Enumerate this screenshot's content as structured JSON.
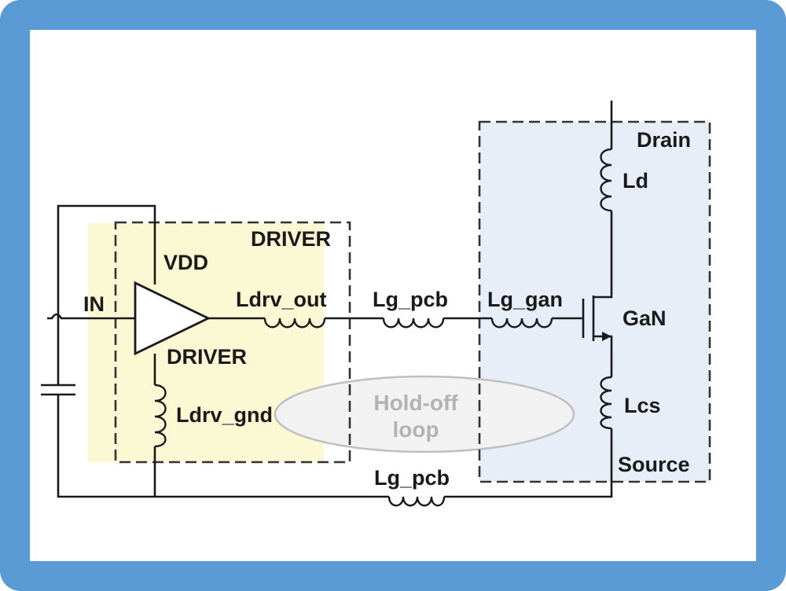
{
  "diagram": {
    "labels": {
      "in": "IN",
      "vdd": "VDD",
      "driver_box": "DRIVER",
      "driver_amp": "DRIVER",
      "ldrv_out": "Ldrv_out",
      "ldrv_gnd": "Ldrv_gnd",
      "lg_pcb_top": "Lg_pcb",
      "lg_pcb_bottom": "Lg_pcb",
      "lg_gan": "Lg_gan",
      "drain": "Drain",
      "ld": "Ld",
      "gan": "GaN",
      "lcs": "Lcs",
      "source": "Source",
      "loop_line1": "Hold-off",
      "loop_line2": "loop"
    },
    "colors": {
      "frame": "#5b9bd5",
      "driver_region": "#fbf8d4",
      "gan_region": "#e8eef8",
      "loop_fill": "#f2f2f2",
      "loop_stroke": "#bfbfbf"
    }
  }
}
